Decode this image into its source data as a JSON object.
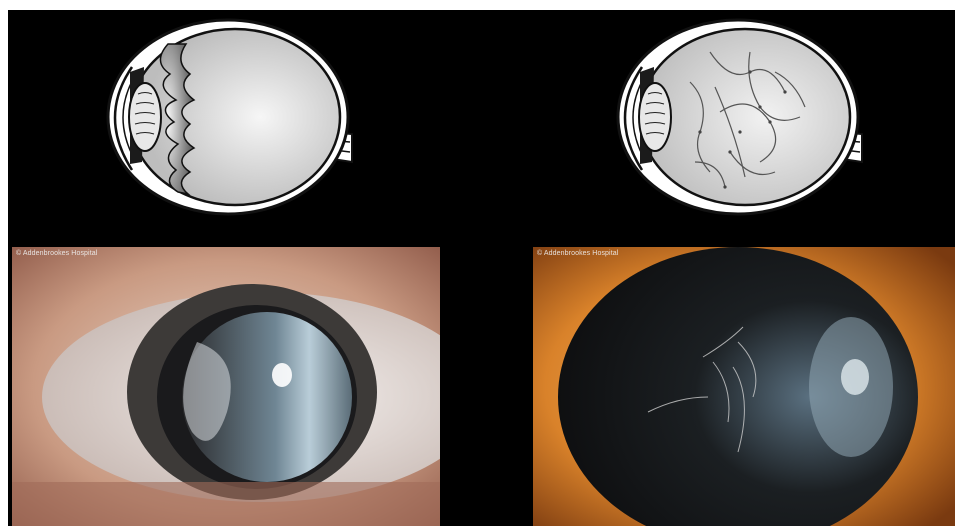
{
  "diagrams": [
    {
      "icon": "eye-cross-section-icon",
      "variant": "persistent-hyaloid-membrane"
    },
    {
      "icon": "eye-cross-section-icon",
      "variant": "vitreous-floaters"
    }
  ],
  "photos": [
    {
      "credit": "© Addenbrookes Hospital",
      "subject": "eye-photograph-left"
    },
    {
      "credit": "© Addenbrookes Hospital",
      "subject": "eye-photograph-right"
    }
  ],
  "colors": {
    "background": "#000000",
    "frame": "#ffffff",
    "left_photo_tone": "#c9a08a",
    "right_photo_tone": "#d9822a"
  }
}
